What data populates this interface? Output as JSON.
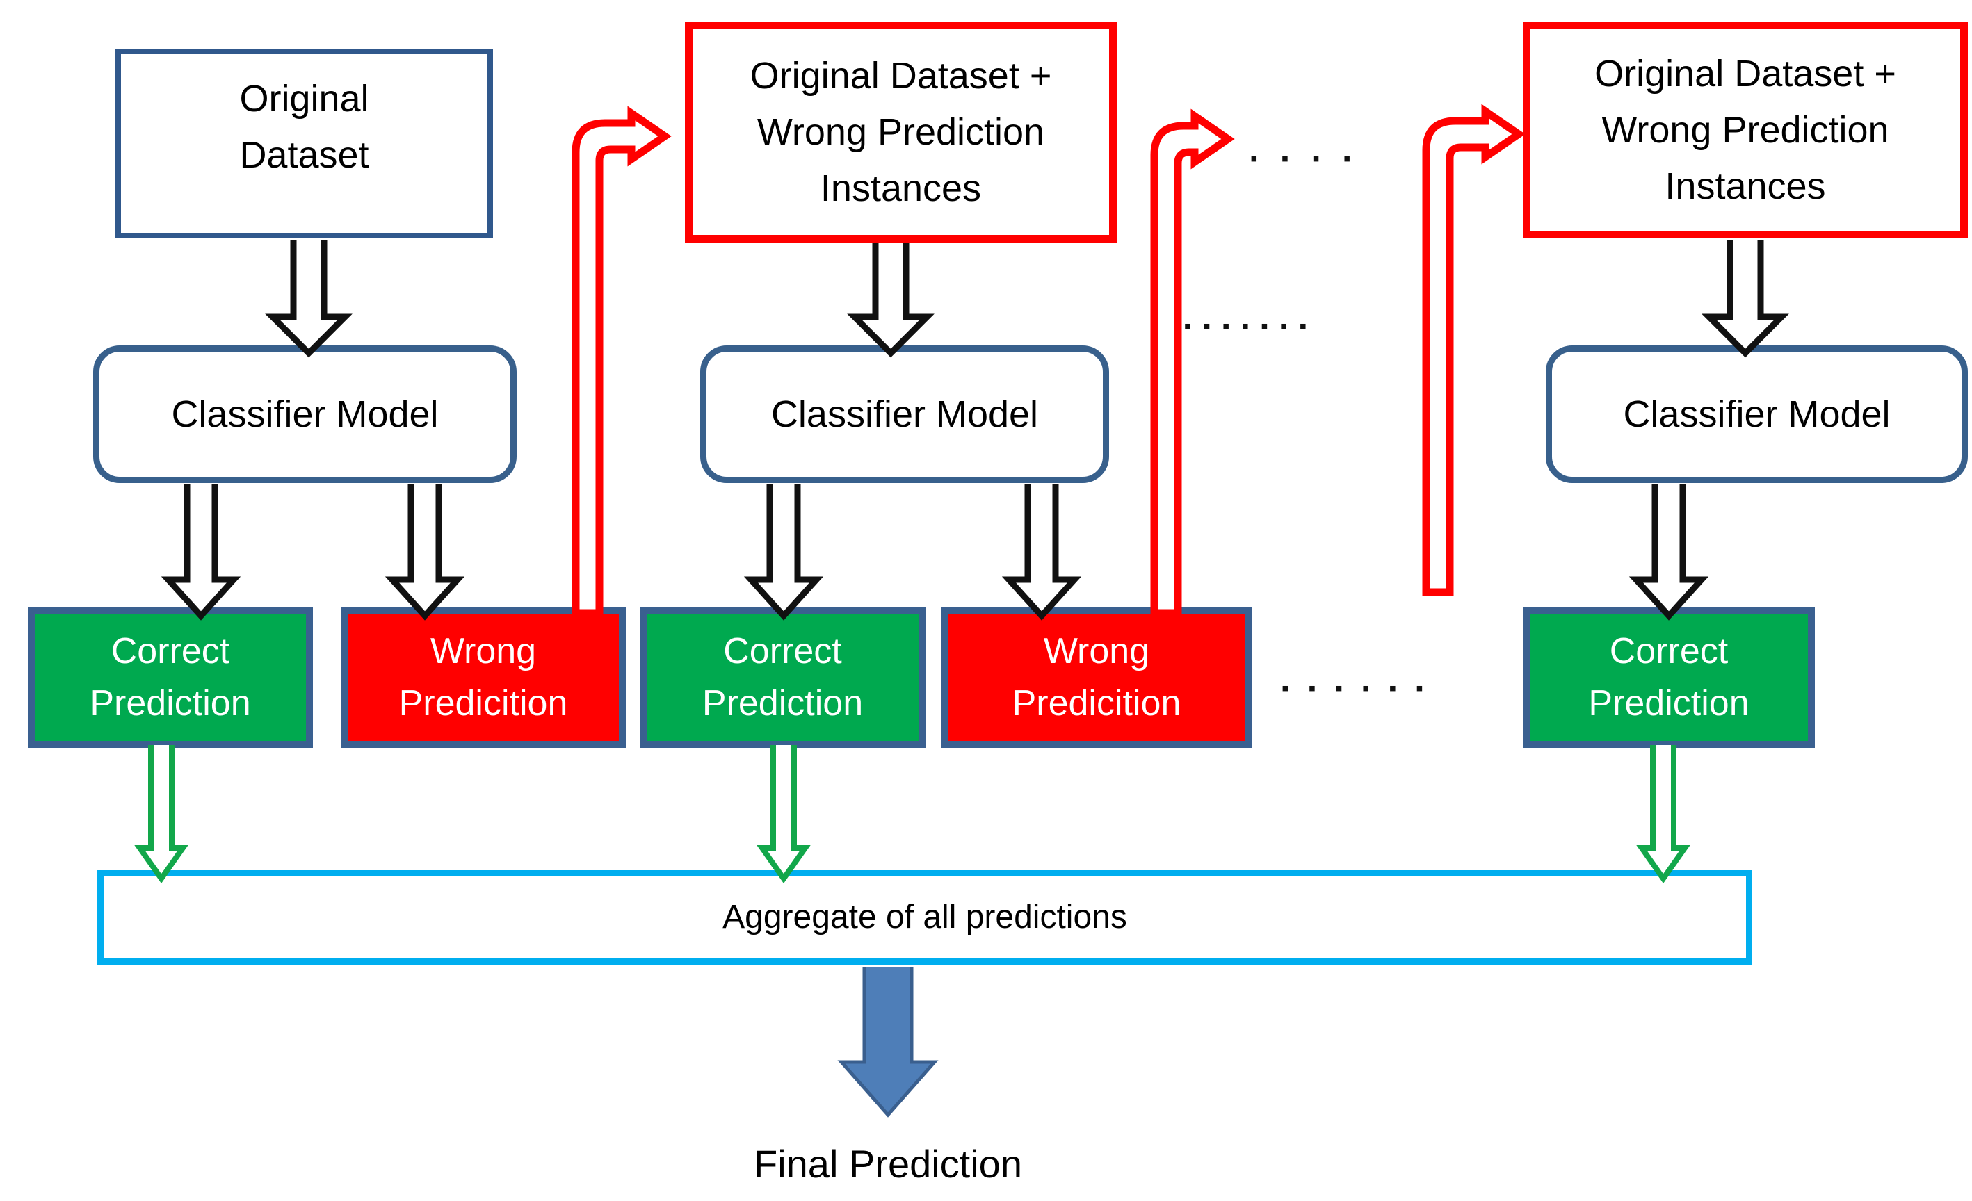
{
  "diagram": {
    "datasets": [
      {
        "label": "Original\nDataset"
      },
      {
        "label": "Original Dataset +\nWrong Prediction\nInstances"
      },
      {
        "label": "Original Dataset +\nWrong Prediction\nInstances"
      }
    ],
    "classifiers": [
      {
        "label": "Classifier Model"
      },
      {
        "label": "Classifier Model"
      },
      {
        "label": "Classifier Model"
      }
    ],
    "predictions": [
      {
        "label": "Correct\nPrediction",
        "type": "correct"
      },
      {
        "label": "Wrong\nPredicition",
        "type": "wrong"
      },
      {
        "label": "Correct\nPrediction",
        "type": "correct"
      },
      {
        "label": "Wrong\nPredicition",
        "type": "wrong"
      },
      {
        "label": "Correct\nPrediction",
        "type": "correct"
      }
    ],
    "aggregate": {
      "label": "Aggregate of all predictions"
    },
    "final": {
      "label": "Final Prediction"
    },
    "ellipsis": {
      "top": "▪▪▪▪",
      "middle": "▪▪▪▪▪▪▪▪",
      "lower": "▪▪▪▪▪▪"
    }
  },
  "colors": {
    "green": "#00A94F",
    "red": "#FF0000",
    "pred-border": "#3A6090",
    "dataset-border": "#30588C",
    "classifier-border": "#38608C",
    "aggregate-border": "#00AEEF",
    "arrow-blue": "#4E7EB8",
    "arrow-blue-border": "#3A5F8E",
    "arrow-green": "#12A74A",
    "ink": "#111111"
  }
}
